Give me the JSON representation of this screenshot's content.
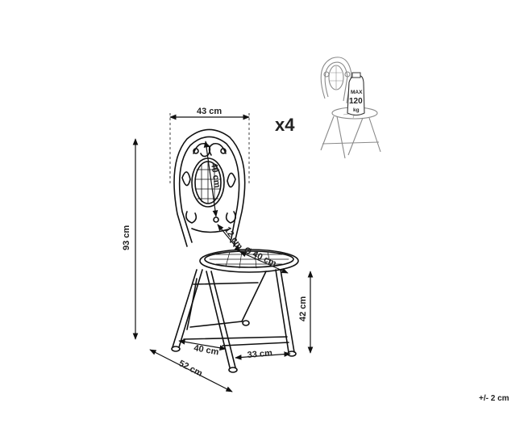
{
  "dimensions": {
    "width": "43 cm",
    "height": "93 cm",
    "backrest": "40 cm",
    "backrest_gap": "12 cm",
    "seat_diameter": "Ø 40 cm",
    "seat_height": "42 cm",
    "base_depth": "40 cm",
    "base_width": "33 cm",
    "depth": "52 cm"
  },
  "quantity": "x4",
  "max_load": {
    "line1": "MAX",
    "line2": "120",
    "line3": "kg"
  },
  "tolerance": "+/- 2 cm"
}
